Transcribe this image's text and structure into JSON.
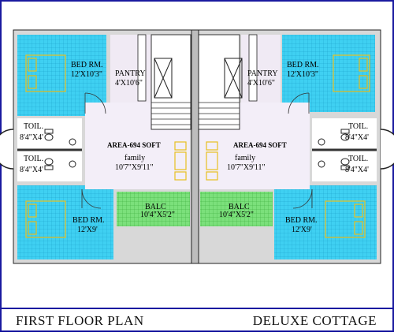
{
  "plan_title": "FIRST FLOOR PLAN",
  "plan_subtitle": "DELUXE COTTAGE",
  "colors": {
    "bedroom": "#3fd0f2",
    "balcony": "#7be07b",
    "family": "#f3eef8",
    "pantry": "#f0eaf4",
    "wall": "#d8d8d8",
    "border": "#1a1aa0",
    "furniture": "#e8c020"
  },
  "rooms": {
    "bed_tl": {
      "name": "BED RM.",
      "size": "12'X10'3\""
    },
    "bed_tr": {
      "name": "BED RM.",
      "size": "12'X10'3\""
    },
    "bed_bl": {
      "name": "BED RM.",
      "size": "12'X9'"
    },
    "bed_br": {
      "name": "BED RM.",
      "size": "12'X9'"
    },
    "pantry_l": {
      "name": "PANTRY",
      "size": "4'X10'6\""
    },
    "pantry_r": {
      "name": "PANTRY",
      "size": "4'X10'6\""
    },
    "toil_l1": {
      "name": "TOIL.",
      "size": "8'4\"X4'"
    },
    "toil_l2": {
      "name": "TOIL.",
      "size": "8'4\"X4'"
    },
    "toil_r1": {
      "name": "TOIL.",
      "size": "8'4\"X4'"
    },
    "toil_r2": {
      "name": "TOIL.",
      "size": "8'4\"X4'"
    },
    "family_l": {
      "area": "AREA-694 SOFT",
      "name": "family",
      "size": "10'7\"X9'11\""
    },
    "family_r": {
      "area": "AREA-694 SOFT",
      "name": "family",
      "size": "10'7\"X9'11\""
    },
    "balc_l": {
      "name": "BALC",
      "size": "10'4\"X5'2\""
    },
    "balc_r": {
      "name": "BALC",
      "size": "10'4\"X5'2\""
    }
  }
}
